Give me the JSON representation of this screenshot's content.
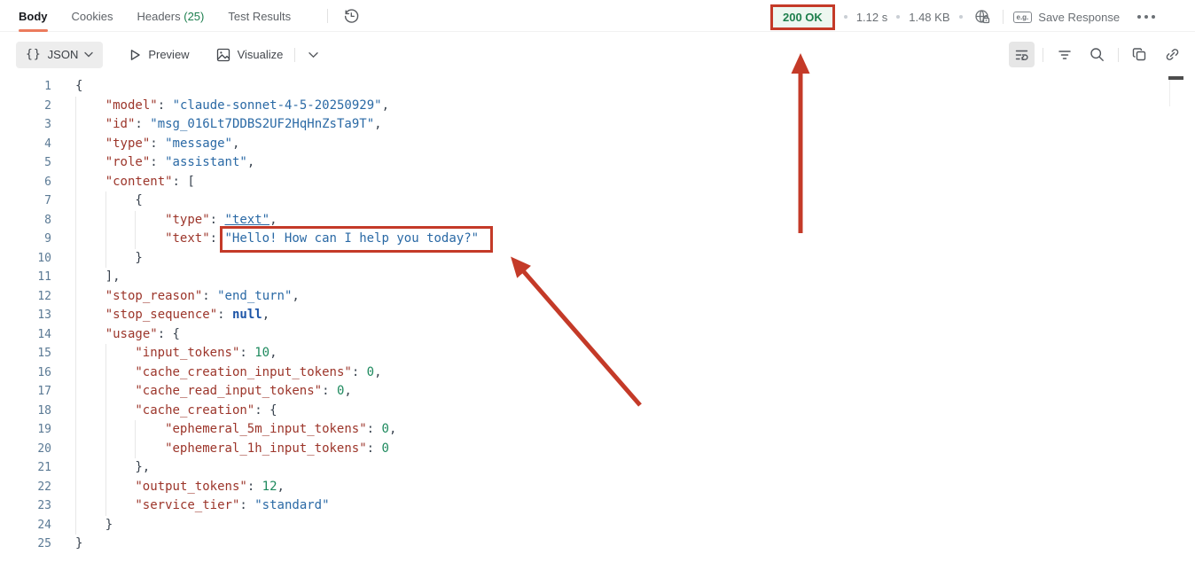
{
  "tabs": {
    "body": "Body",
    "cookies": "Cookies",
    "headers": "Headers",
    "headers_count": "(25)",
    "test_results": "Test Results"
  },
  "status": {
    "code": "200 OK",
    "time": "1.12 s",
    "size": "1.48 KB",
    "save_label": "Save Response",
    "example_badge": "e.g."
  },
  "toolbar": {
    "format_braces": "{}",
    "format": "JSON",
    "preview": "Preview",
    "visualize": "Visualize"
  },
  "colors": {
    "accent_orange": "#ec7b5d",
    "status_green": "#1d7f4c",
    "status_green_bg": "#edf7f0",
    "annotation_red": "#c43a28",
    "json_key": "#9c352a",
    "json_string": "#2a69a5",
    "json_number": "#1e8a5e",
    "json_null": "#1d55a7",
    "line_number": "#5b7a95"
  },
  "code": {
    "language": "json",
    "lines": [
      {
        "n": 1,
        "i": 0,
        "t": [
          [
            "p",
            "{"
          ]
        ]
      },
      {
        "n": 2,
        "i": 1,
        "t": [
          [
            "k",
            "\"model\""
          ],
          [
            "p",
            ": "
          ],
          [
            "s",
            "\"claude-sonnet-4-5-20250929\""
          ],
          [
            "p",
            ","
          ]
        ]
      },
      {
        "n": 3,
        "i": 1,
        "t": [
          [
            "k",
            "\"id\""
          ],
          [
            "p",
            ": "
          ],
          [
            "s",
            "\"msg_016Lt7DDBS2UF2HqHnZsTa9T\""
          ],
          [
            "p",
            ","
          ]
        ]
      },
      {
        "n": 4,
        "i": 1,
        "t": [
          [
            "k",
            "\"type\""
          ],
          [
            "p",
            ": "
          ],
          [
            "s",
            "\"message\""
          ],
          [
            "p",
            ","
          ]
        ]
      },
      {
        "n": 5,
        "i": 1,
        "t": [
          [
            "k",
            "\"role\""
          ],
          [
            "p",
            ": "
          ],
          [
            "s",
            "\"assistant\""
          ],
          [
            "p",
            ","
          ]
        ]
      },
      {
        "n": 6,
        "i": 1,
        "t": [
          [
            "k",
            "\"content\""
          ],
          [
            "p",
            ": ["
          ]
        ]
      },
      {
        "n": 7,
        "i": 2,
        "t": [
          [
            "p",
            "{"
          ]
        ]
      },
      {
        "n": 8,
        "i": 3,
        "t": [
          [
            "k",
            "\"type\""
          ],
          [
            "p",
            ": "
          ],
          [
            "su",
            "\"text\""
          ],
          [
            "p",
            ","
          ]
        ]
      },
      {
        "n": 9,
        "i": 3,
        "t": [
          [
            "k",
            "\"text\""
          ],
          [
            "p",
            ": "
          ],
          [
            "s",
            "\"Hello! How can I help you today?\""
          ]
        ]
      },
      {
        "n": 10,
        "i": 2,
        "t": [
          [
            "p",
            "}"
          ]
        ]
      },
      {
        "n": 11,
        "i": 1,
        "t": [
          [
            "p",
            "],"
          ]
        ]
      },
      {
        "n": 12,
        "i": 1,
        "t": [
          [
            "k",
            "\"stop_reason\""
          ],
          [
            "p",
            ": "
          ],
          [
            "s",
            "\"end_turn\""
          ],
          [
            "p",
            ","
          ]
        ]
      },
      {
        "n": 13,
        "i": 1,
        "t": [
          [
            "k",
            "\"stop_sequence\""
          ],
          [
            "p",
            ": "
          ],
          [
            "nu",
            "null"
          ],
          [
            "p",
            ","
          ]
        ]
      },
      {
        "n": 14,
        "i": 1,
        "t": [
          [
            "k",
            "\"usage\""
          ],
          [
            "p",
            ": {"
          ]
        ]
      },
      {
        "n": 15,
        "i": 2,
        "t": [
          [
            "k",
            "\"input_tokens\""
          ],
          [
            "p",
            ": "
          ],
          [
            "n",
            "10"
          ],
          [
            "p",
            ","
          ]
        ]
      },
      {
        "n": 16,
        "i": 2,
        "t": [
          [
            "k",
            "\"cache_creation_input_tokens\""
          ],
          [
            "p",
            ": "
          ],
          [
            "n",
            "0"
          ],
          [
            "p",
            ","
          ]
        ]
      },
      {
        "n": 17,
        "i": 2,
        "t": [
          [
            "k",
            "\"cache_read_input_tokens\""
          ],
          [
            "p",
            ": "
          ],
          [
            "n",
            "0"
          ],
          [
            "p",
            ","
          ]
        ]
      },
      {
        "n": 18,
        "i": 2,
        "t": [
          [
            "k",
            "\"cache_creation\""
          ],
          [
            "p",
            ": {"
          ]
        ]
      },
      {
        "n": 19,
        "i": 3,
        "t": [
          [
            "k",
            "\"ephemeral_5m_input_tokens\""
          ],
          [
            "p",
            ": "
          ],
          [
            "n",
            "0"
          ],
          [
            "p",
            ","
          ]
        ]
      },
      {
        "n": 20,
        "i": 3,
        "t": [
          [
            "k",
            "\"ephemeral_1h_input_tokens\""
          ],
          [
            "p",
            ": "
          ],
          [
            "n",
            "0"
          ]
        ]
      },
      {
        "n": 21,
        "i": 2,
        "t": [
          [
            "p",
            "},"
          ]
        ]
      },
      {
        "n": 22,
        "i": 2,
        "t": [
          [
            "k",
            "\"output_tokens\""
          ],
          [
            "p",
            ": "
          ],
          [
            "n",
            "12"
          ],
          [
            "p",
            ","
          ]
        ]
      },
      {
        "n": 23,
        "i": 2,
        "t": [
          [
            "k",
            "\"service_tier\""
          ],
          [
            "p",
            ": "
          ],
          [
            "s",
            "\"standard\""
          ]
        ]
      },
      {
        "n": 24,
        "i": 1,
        "t": [
          [
            "p",
            "}"
          ]
        ]
      },
      {
        "n": 25,
        "i": 0,
        "t": [
          [
            "p",
            "}"
          ]
        ]
      }
    ]
  }
}
